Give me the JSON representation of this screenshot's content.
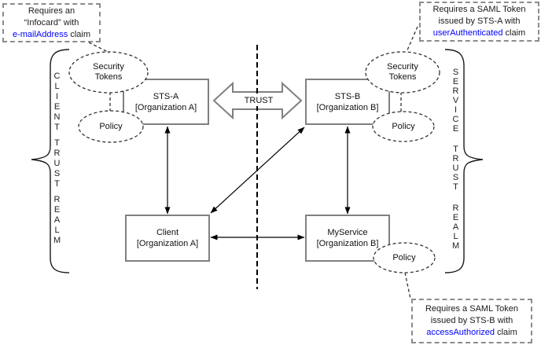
{
  "callouts": {
    "infocard": {
      "line1": "Requires an",
      "line2": "“Infocard” with",
      "claim": "e-mailAddress",
      "suffix": " claim"
    },
    "saml_sts_a": {
      "line1": "Requires a SAML Token",
      "line2": "issued by STS-A with",
      "claim": "userAuthenticated",
      "suffix": " claim"
    },
    "saml_sts_b": {
      "line1": "Requires a SAML Token",
      "line2": "issued by STS-B with",
      "claim": "accessAuthorized",
      "suffix": " claim"
    }
  },
  "nodes": {
    "sts_a": {
      "name": "STS-A",
      "org": "[Organization A]"
    },
    "sts_b": {
      "name": "STS-B",
      "org": "[Organization B]"
    },
    "client": {
      "name": "Client",
      "org": "[Organization A]"
    },
    "myservice": {
      "name": "MyService",
      "org": "[Organization B]"
    }
  },
  "ovals": {
    "security_tokens_left": {
      "line1": "Security",
      "line2": "Tokens"
    },
    "security_tokens_right": {
      "line1": "Security",
      "line2": "Tokens"
    },
    "policy_sts_a": {
      "label": "Policy"
    },
    "policy_sts_b": {
      "label": "Policy"
    },
    "policy_myservice": {
      "label": "Policy"
    }
  },
  "trust_arrow": {
    "label": "TRUST"
  },
  "realms": {
    "client": {
      "word1": "CLIENT",
      "word2": "TRUST",
      "word3": "REALM"
    },
    "service": {
      "word1": "SERVICE",
      "word2": "TRUST",
      "word3": "REALM"
    }
  },
  "colors": {
    "claim_text": "#0000ff",
    "box_border": "#808080",
    "oval_border": "#333333",
    "line": "#000000"
  }
}
